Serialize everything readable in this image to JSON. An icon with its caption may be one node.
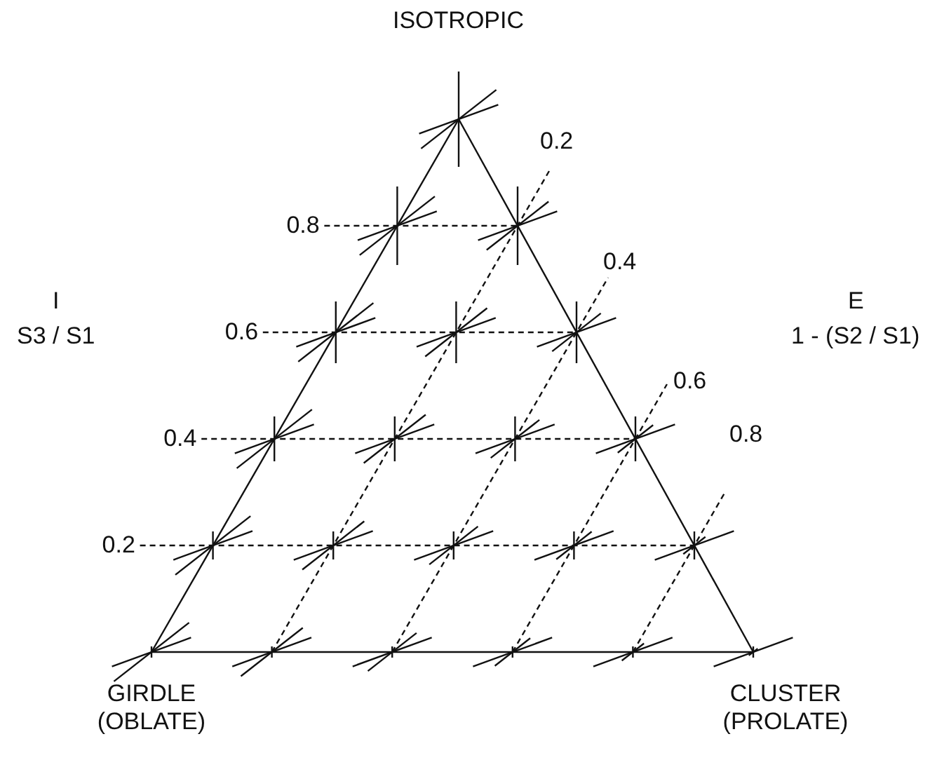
{
  "diagram": {
    "labels": [
      "ISOTROPIC",
      "0.2",
      "0.8",
      "0.4",
      "I",
      "E",
      "S3 / S1",
      "0.6",
      "1 - (S2 / S1)",
      "0.6",
      "0.4",
      "0.8",
      "0.2",
      "GIRDLE (OBLATE)",
      "CLUSTER (PROLATE)"
    ]
  }
}
